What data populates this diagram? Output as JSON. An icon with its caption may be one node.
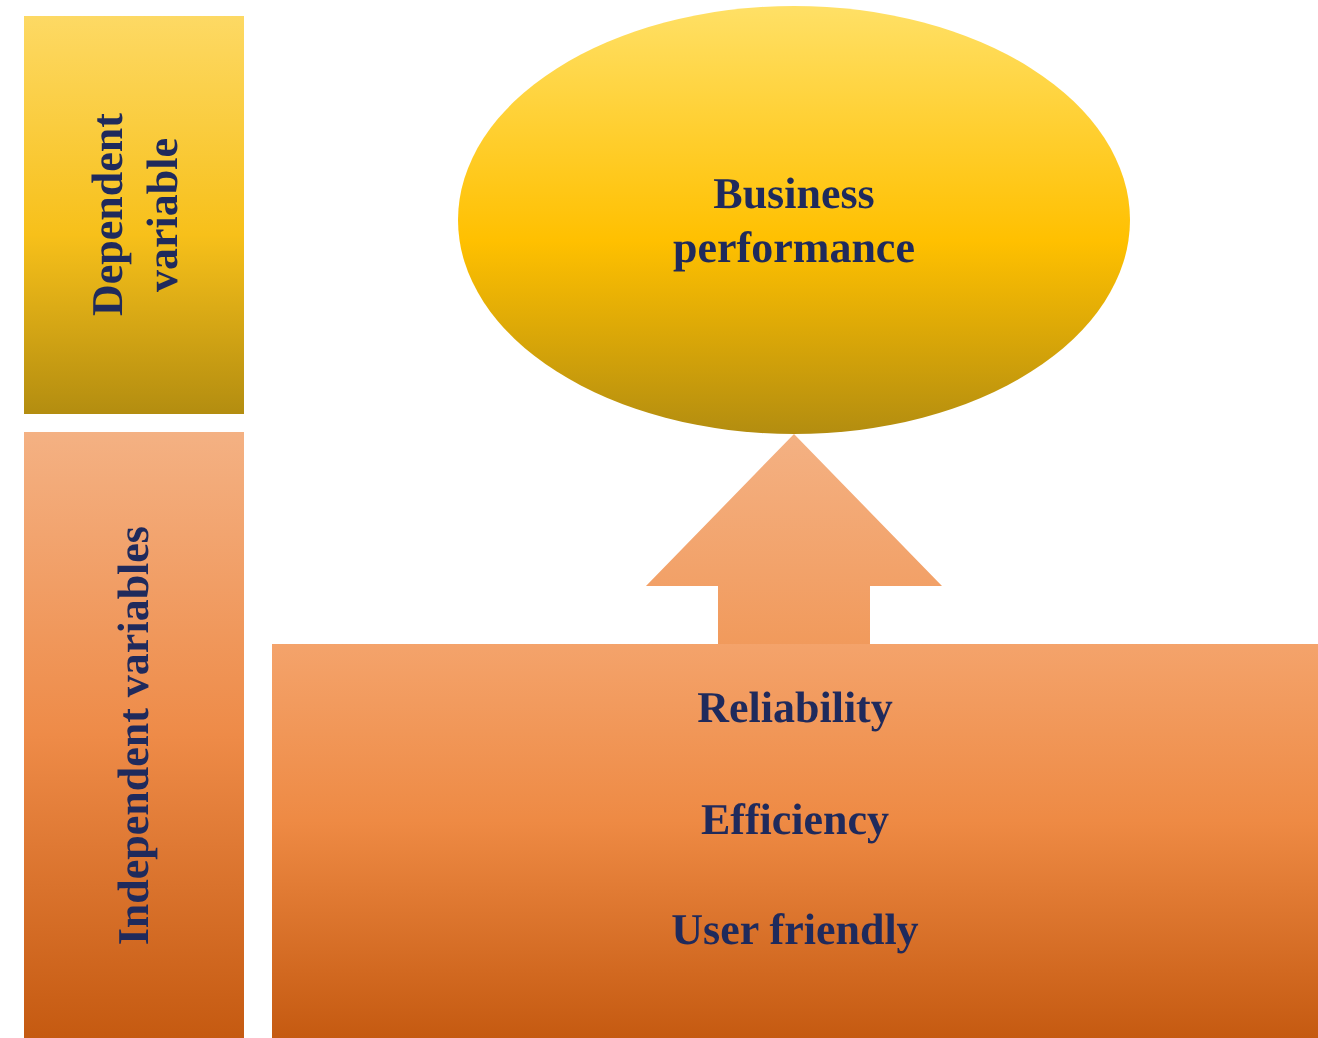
{
  "diagram": {
    "nodes": [
      {
        "text": [
          "Dependent variable"
        ]
      },
      {
        "text": [
          "Independent variables"
        ]
      },
      {
        "text": [
          "Business performance"
        ]
      },
      {
        "text": [
          "Reliability",
          "Efficiency",
          "User friendly"
        ]
      }
    ],
    "edges": [
      {
        "from": 3,
        "to": 2,
        "arrow": "to",
        "style": "thick"
      }
    ]
  }
}
